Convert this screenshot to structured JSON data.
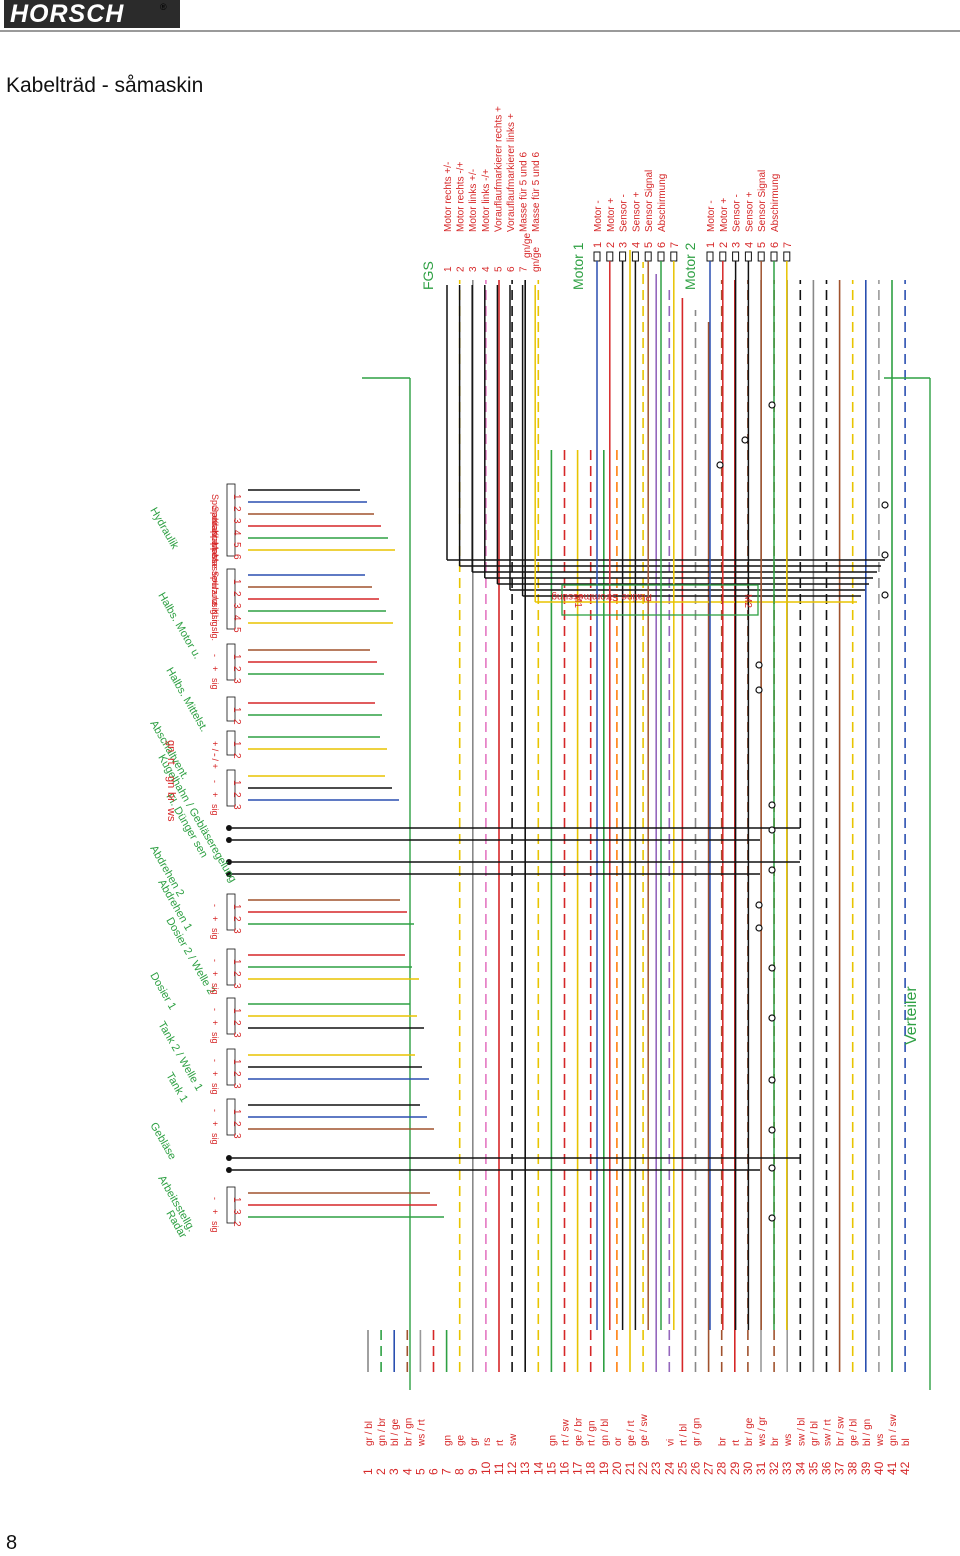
{
  "header": {
    "brand": "HORSCH",
    "registered": "®",
    "title": "Kabelträd - såmaskin",
    "page_number": "8"
  },
  "diagram": {
    "verteiler": "Verteiler",
    "wires": [
      {
        "n": "1",
        "code": "gr / bl",
        "color": "#888888"
      },
      {
        "n": "2",
        "code": "gn / br",
        "color": "#2ea043"
      },
      {
        "n": "3",
        "code": "bl / ge",
        "color": "#2a4fb0"
      },
      {
        "n": "4",
        "code": "br / gn",
        "color": "#a0522d"
      },
      {
        "n": "5",
        "code": "ws / rt",
        "color": "#999999"
      },
      {
        "n": "6",
        "code": "",
        "color": "#d62728"
      },
      {
        "n": "7",
        "code": "gn",
        "color": "#2ea043"
      },
      {
        "n": "8",
        "code": "ge",
        "color": "#e8c400"
      },
      {
        "n": "9",
        "code": "gr",
        "color": "#888888"
      },
      {
        "n": "10",
        "code": "rs",
        "color": "#e377c2"
      },
      {
        "n": "11",
        "code": "rt",
        "color": "#d62728"
      },
      {
        "n": "12",
        "code": "sw",
        "color": "#111111"
      },
      {
        "n": "13",
        "code": "",
        "color": "#111111"
      },
      {
        "n": "14",
        "code": "",
        "color": "#e8c400"
      },
      {
        "n": "15",
        "code": "gn",
        "color": "#2ea043"
      },
      {
        "n": "16",
        "code": "rt / sw",
        "color": "#d62728"
      },
      {
        "n": "17",
        "code": "ge / br",
        "color": "#e8c400"
      },
      {
        "n": "18",
        "code": "rt / gn",
        "color": "#d62728"
      },
      {
        "n": "19",
        "code": "gn / bl",
        "color": "#2ea043"
      },
      {
        "n": "20",
        "code": "or",
        "color": "#ff7f0e"
      },
      {
        "n": "21",
        "code": "ge / rt",
        "color": "#e8c400"
      },
      {
        "n": "22",
        "code": "ge / sw",
        "color": "#e8c400"
      },
      {
        "n": "23",
        "code": "",
        "color": "#9467bd"
      },
      {
        "n": "24",
        "code": "vi",
        "color": "#9467bd"
      },
      {
        "n": "25",
        "code": "rt / bl",
        "color": "#d62728"
      },
      {
        "n": "26",
        "code": "gr / gn",
        "color": "#888888"
      },
      {
        "n": "27",
        "code": "",
        "color": "#a0522d"
      },
      {
        "n": "28",
        "code": "br",
        "color": "#a0522d"
      },
      {
        "n": "29",
        "code": "rt",
        "color": "#d62728"
      },
      {
        "n": "30",
        "code": "br / ge",
        "color": "#a0522d"
      },
      {
        "n": "31",
        "code": "ws / gr",
        "color": "#999999"
      },
      {
        "n": "32",
        "code": "br",
        "color": "#a0522d"
      },
      {
        "n": "33",
        "code": "ws",
        "color": "#999999"
      },
      {
        "n": "34",
        "code": "sw / bl",
        "color": "#111111"
      },
      {
        "n": "35",
        "code": "gr / bl",
        "color": "#888888"
      },
      {
        "n": "36",
        "code": "sw / rt",
        "color": "#111111"
      },
      {
        "n": "37",
        "code": "br / sw",
        "color": "#a0522d"
      },
      {
        "n": "38",
        "code": "ge / bl",
        "color": "#e8c400"
      },
      {
        "n": "39",
        "code": "bl / gn",
        "color": "#2a4fb0"
      },
      {
        "n": "40",
        "code": "ws",
        "color": "#999999"
      },
      {
        "n": "41",
        "code": "gn / sw",
        "color": "#2ea043"
      },
      {
        "n": "42",
        "code": "bl",
        "color": "#2a4fb0"
      }
    ],
    "fgs": {
      "label": "FGS",
      "pins": [
        {
          "n": "1",
          "label": "Motor rechts +/-"
        },
        {
          "n": "2",
          "label": "Motor rechts -/+"
        },
        {
          "n": "3",
          "label": "Motor links +/-"
        },
        {
          "n": "4",
          "label": "Motor links -/+"
        },
        {
          "n": "5",
          "label": "Vorauflaufmarkierer rechts +"
        },
        {
          "n": "6",
          "label": "Vorauflaufmarkierer links +"
        },
        {
          "n": "7",
          "label": "Masse für 5 und 6"
        },
        {
          "n": "gn/ge",
          "label": "Masse für 5 und 6"
        }
      ]
    },
    "motor1": {
      "label": "Motor 1",
      "pins": [
        {
          "n": "1",
          "label": "Motor -"
        },
        {
          "n": "2",
          "label": "Motor +"
        },
        {
          "n": "3",
          "label": "Sensor -"
        },
        {
          "n": "4",
          "label": "Sensor +"
        },
        {
          "n": "5",
          "label": "Sensor Signal"
        },
        {
          "n": "6",
          "label": "Abschirmung"
        },
        {
          "n": "7",
          "label": ""
        }
      ]
    },
    "motor2": {
      "label": "Motor 2",
      "pins": [
        {
          "n": "1",
          "label": "Motor -"
        },
        {
          "n": "2",
          "label": "Motor +"
        },
        {
          "n": "3",
          "label": "Sensor -"
        },
        {
          "n": "4",
          "label": "Sensor +"
        },
        {
          "n": "5",
          "label": "Sensor Signal"
        },
        {
          "n": "6",
          "label": "Abschirmung"
        },
        {
          "n": "7",
          "label": ""
        }
      ]
    },
    "platine": {
      "label": "Platine Strommessung",
      "m1": "M1",
      "m2": "M2"
    },
    "connectors": [
      {
        "label": "Hydraulik",
        "pins": [
          "1",
          "2",
          "3",
          "4",
          "5",
          "6"
        ],
        "pinlabels": [
          "Spuranr. l",
          "Spuranr. r",
          "Klappen",
          "Klappen",
          "Masse Spuranz.",
          "Masse Hz. u. Kl."
        ]
      },
      {
        "label": "Halbs. Motor u.",
        "pins": [
          "1",
          "2",
          "3",
          "4",
          "5"
        ],
        "pinlabels": [
          "+ / -",
          "- / +",
          "sig. r.",
          "sig. l.",
          "sig."
        ]
      },
      {
        "label": "Halbs. Mittelst.",
        "pins": [
          "1",
          "2",
          "3"
        ],
        "pinlabels": [
          "-",
          "+",
          "sig"
        ]
      },
      {
        "label": "Abschaltvent.",
        "pins": [
          "1",
          "2"
        ],
        "pinlabels": [
          "",
          ""
        ]
      },
      {
        "label": "Kugelhahn / Gebläseregelung",
        "pins": [
          "1",
          "2"
        ],
        "pinlabels": [
          "+ / -",
          "- / +"
        ]
      },
      {
        "label": "Fl. Dünger sen",
        "pins": [
          "1",
          "2",
          "3"
        ],
        "pinlabels": [
          "-",
          "+",
          "sig"
        ]
      },
      {
        "label": "Abdrehen 2",
        "pins": [],
        "pinlabels": []
      },
      {
        "label": "Abdrehen 1",
        "pins": [],
        "pinlabels": []
      },
      {
        "label": "Dosier 2 / Welle 2",
        "pins": [
          "1",
          "2",
          "3"
        ],
        "pinlabels": [
          "-",
          "+",
          "sig"
        ]
      },
      {
        "label": "Dosier 1",
        "pins": [
          "1",
          "2",
          "3"
        ],
        "pinlabels": [
          "-",
          "+",
          "sig"
        ]
      },
      {
        "label": "Tank 2 / Welle 1",
        "pins": [
          "1",
          "2",
          "3"
        ],
        "pinlabels": [
          "-",
          "+",
          "sig"
        ]
      },
      {
        "label": "Tank 1",
        "pins": [
          "1",
          "2",
          "3"
        ],
        "pinlabels": [
          "-",
          "+",
          "sig"
        ]
      },
      {
        "label": "Gebläse",
        "pins": [
          "1",
          "2",
          "3"
        ],
        "pinlabels": [
          "-",
          "+",
          "sig"
        ]
      },
      {
        "label": "Arbeitsstellg.",
        "pins": [],
        "pinlabels": []
      },
      {
        "label": "Radar",
        "pins": [
          "1",
          "3",
          "2"
        ],
        "pinlabels": [
          "-",
          "+",
          "sig"
        ]
      }
    ],
    "small_codes": {
      "kugel_a": "rt",
      "kugel_b": "gn",
      "fl_a": "ws",
      "fl_b": "br",
      "fl_c": "gn",
      "connector_tail": "gn/ge"
    }
  }
}
